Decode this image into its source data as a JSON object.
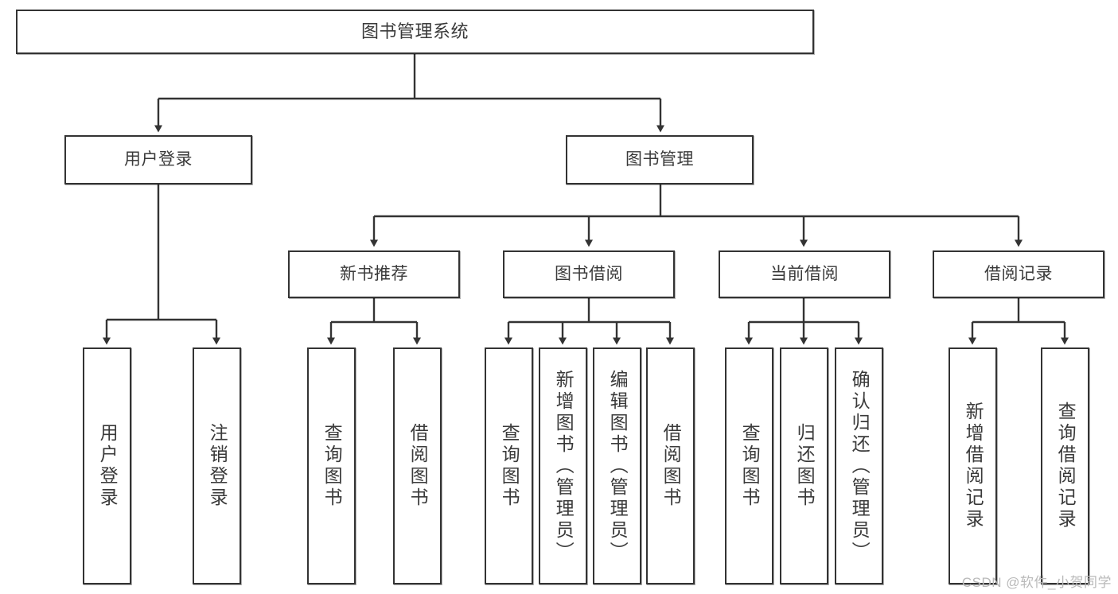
{
  "diagram": {
    "type": "tree-hierarchy-chart",
    "title": "图书管理系统",
    "colors": {
      "box_border": "#333333",
      "box_fill": "#ffffff",
      "text": "#3a3a3a",
      "connector": "#333333",
      "watermark": "#b9b9b9",
      "background": "#ffffff"
    },
    "root": {
      "label": "图书管理系统"
    },
    "level2": [
      {
        "label": "用户登录"
      },
      {
        "label": "图书管理"
      }
    ],
    "level3": [
      {
        "label": "新书推荐"
      },
      {
        "label": "图书借阅"
      },
      {
        "label": "当前借阅"
      },
      {
        "label": "借阅记录"
      }
    ],
    "leaves": {
      "user_login": [
        {
          "label": "用户登录"
        },
        {
          "label": "注销登录"
        }
      ],
      "new_book_recommend": [
        {
          "label": "查询图书"
        },
        {
          "label": "借阅图书"
        }
      ],
      "book_borrow": [
        {
          "label": "查询图书"
        },
        {
          "label": "新增图书（管理员）"
        },
        {
          "label": "编辑图书（管理员）"
        },
        {
          "label": "借阅图书"
        }
      ],
      "current_borrow": [
        {
          "label": "查询图书"
        },
        {
          "label": "归还图书"
        },
        {
          "label": "确认归还（管理员）"
        }
      ],
      "borrow_record": [
        {
          "label": "新增借阅记录"
        },
        {
          "label": "查询借阅记录"
        }
      ]
    }
  },
  "watermark": {
    "text": "CSDN @软件_小贺同学"
  }
}
